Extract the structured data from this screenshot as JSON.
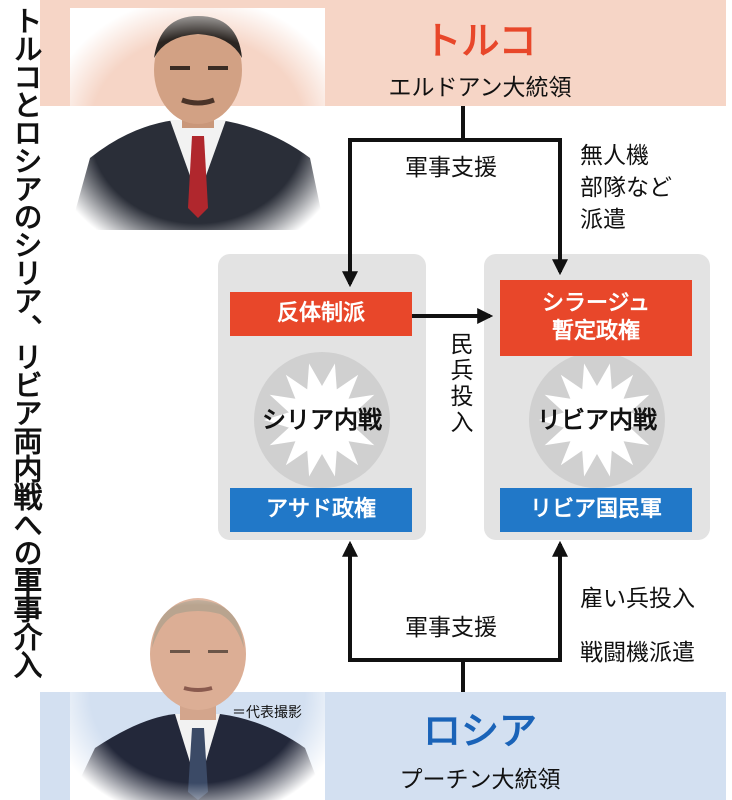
{
  "title": "トルコとロシアのシリア、リビア両内戦への軍事介入",
  "turkey": {
    "name": "トルコ",
    "leader": "エルドアン大統領"
  },
  "russia": {
    "name": "ロシア",
    "leader": "プーチン大統領"
  },
  "photo_credit": "＝代表撮影",
  "syria": {
    "war": "シリア内戦",
    "top_party": "反体制派",
    "bottom_party": "アサド政権"
  },
  "libya": {
    "war": "リビア内戦",
    "top_party_line1": "シラージュ",
    "top_party_line2": "暫定政権",
    "bottom_party": "リビア国民軍"
  },
  "labels": {
    "military_support_top": "軍事支援",
    "military_support_bottom": "軍事支援",
    "drones_line1": "無人機",
    "drones_line2": "部隊など",
    "drones_line3": "派遣",
    "militia": "民兵投入",
    "mercs_line1": "雇い兵投入",
    "mercs_line2": "戦闘機派遣"
  },
  "colors": {
    "turkey_red": "#e8472a",
    "russia_blue": "#2178c8",
    "turkey_band": "#f6d5c6",
    "russia_band": "#d3e0f1"
  }
}
